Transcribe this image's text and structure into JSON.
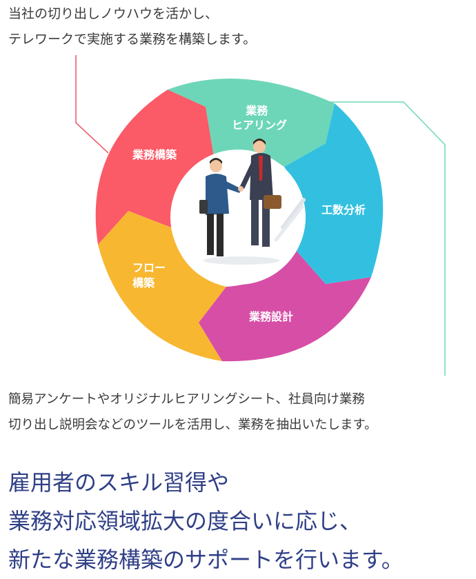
{
  "intro": {
    "line1": "当社の切り出しノウハウを活かし、",
    "line2": "テレワークで実施する業務を構築します。"
  },
  "cycle": {
    "segments": [
      {
        "id": "hearing",
        "label_lines": [
          "業務",
          "ヒアリング"
        ],
        "color": "#6dd6b8"
      },
      {
        "id": "analysis",
        "label_lines": [
          "工数分析"
        ],
        "color": "#33c0e0"
      },
      {
        "id": "design",
        "label_lines": [
          "業務設計"
        ],
        "color": "#d74ea6"
      },
      {
        "id": "flow",
        "label_lines": [
          "フロー",
          "構築"
        ],
        "color": "#f7b731"
      },
      {
        "id": "build",
        "label_lines": [
          "業務構築"
        ],
        "color": "#fb5a67"
      }
    ],
    "center_illustration": "two-businessmen-handshake"
  },
  "description": {
    "line1": "簡易アンケートやオリジナルヒアリングシート、社員向け業務",
    "line2": "切り出し説明会などのツールを活用し、業務を抽出いたします。"
  },
  "headline": {
    "line1": "雇用者のスキル習得や",
    "line2": "業務対応領域拡大の度合いに応じ、",
    "line3": "新たな業務構築のサポートを行います。"
  },
  "colors": {
    "callout_left": "#e9525d",
    "callout_right": "#6dd6b8",
    "headline": "#2f3f86"
  }
}
